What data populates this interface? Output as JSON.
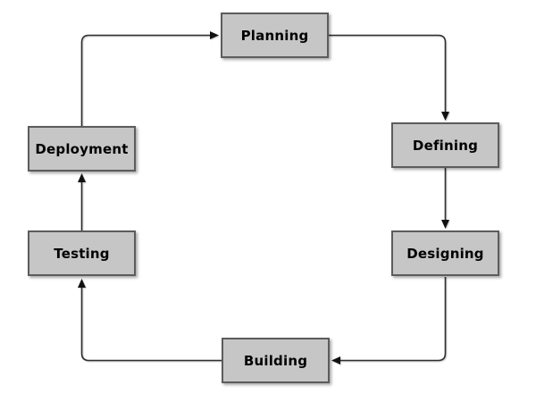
{
  "diagram": {
    "type": "flowchart-cycle",
    "background_color": "#ffffff",
    "nodes": [
      {
        "id": "planning",
        "label": "Planning"
      },
      {
        "id": "defining",
        "label": "Defining"
      },
      {
        "id": "designing",
        "label": "Designing"
      },
      {
        "id": "building",
        "label": "Building"
      },
      {
        "id": "testing",
        "label": "Testing"
      },
      {
        "id": "deployment",
        "label": "Deployment"
      }
    ],
    "edges": [
      {
        "from": "Planning",
        "to": "Defining"
      },
      {
        "from": "Defining",
        "to": "Designing"
      },
      {
        "from": "Designing",
        "to": "Building"
      },
      {
        "from": "Building",
        "to": "Testing"
      },
      {
        "from": "Testing",
        "to": "Deployment"
      },
      {
        "from": "Deployment",
        "to": "Planning"
      }
    ],
    "colors": {
      "node_fill": "#c6c6c6",
      "node_border": "#5c5c5c",
      "connector": "#2e2e2e",
      "label_text": "#000000"
    }
  }
}
